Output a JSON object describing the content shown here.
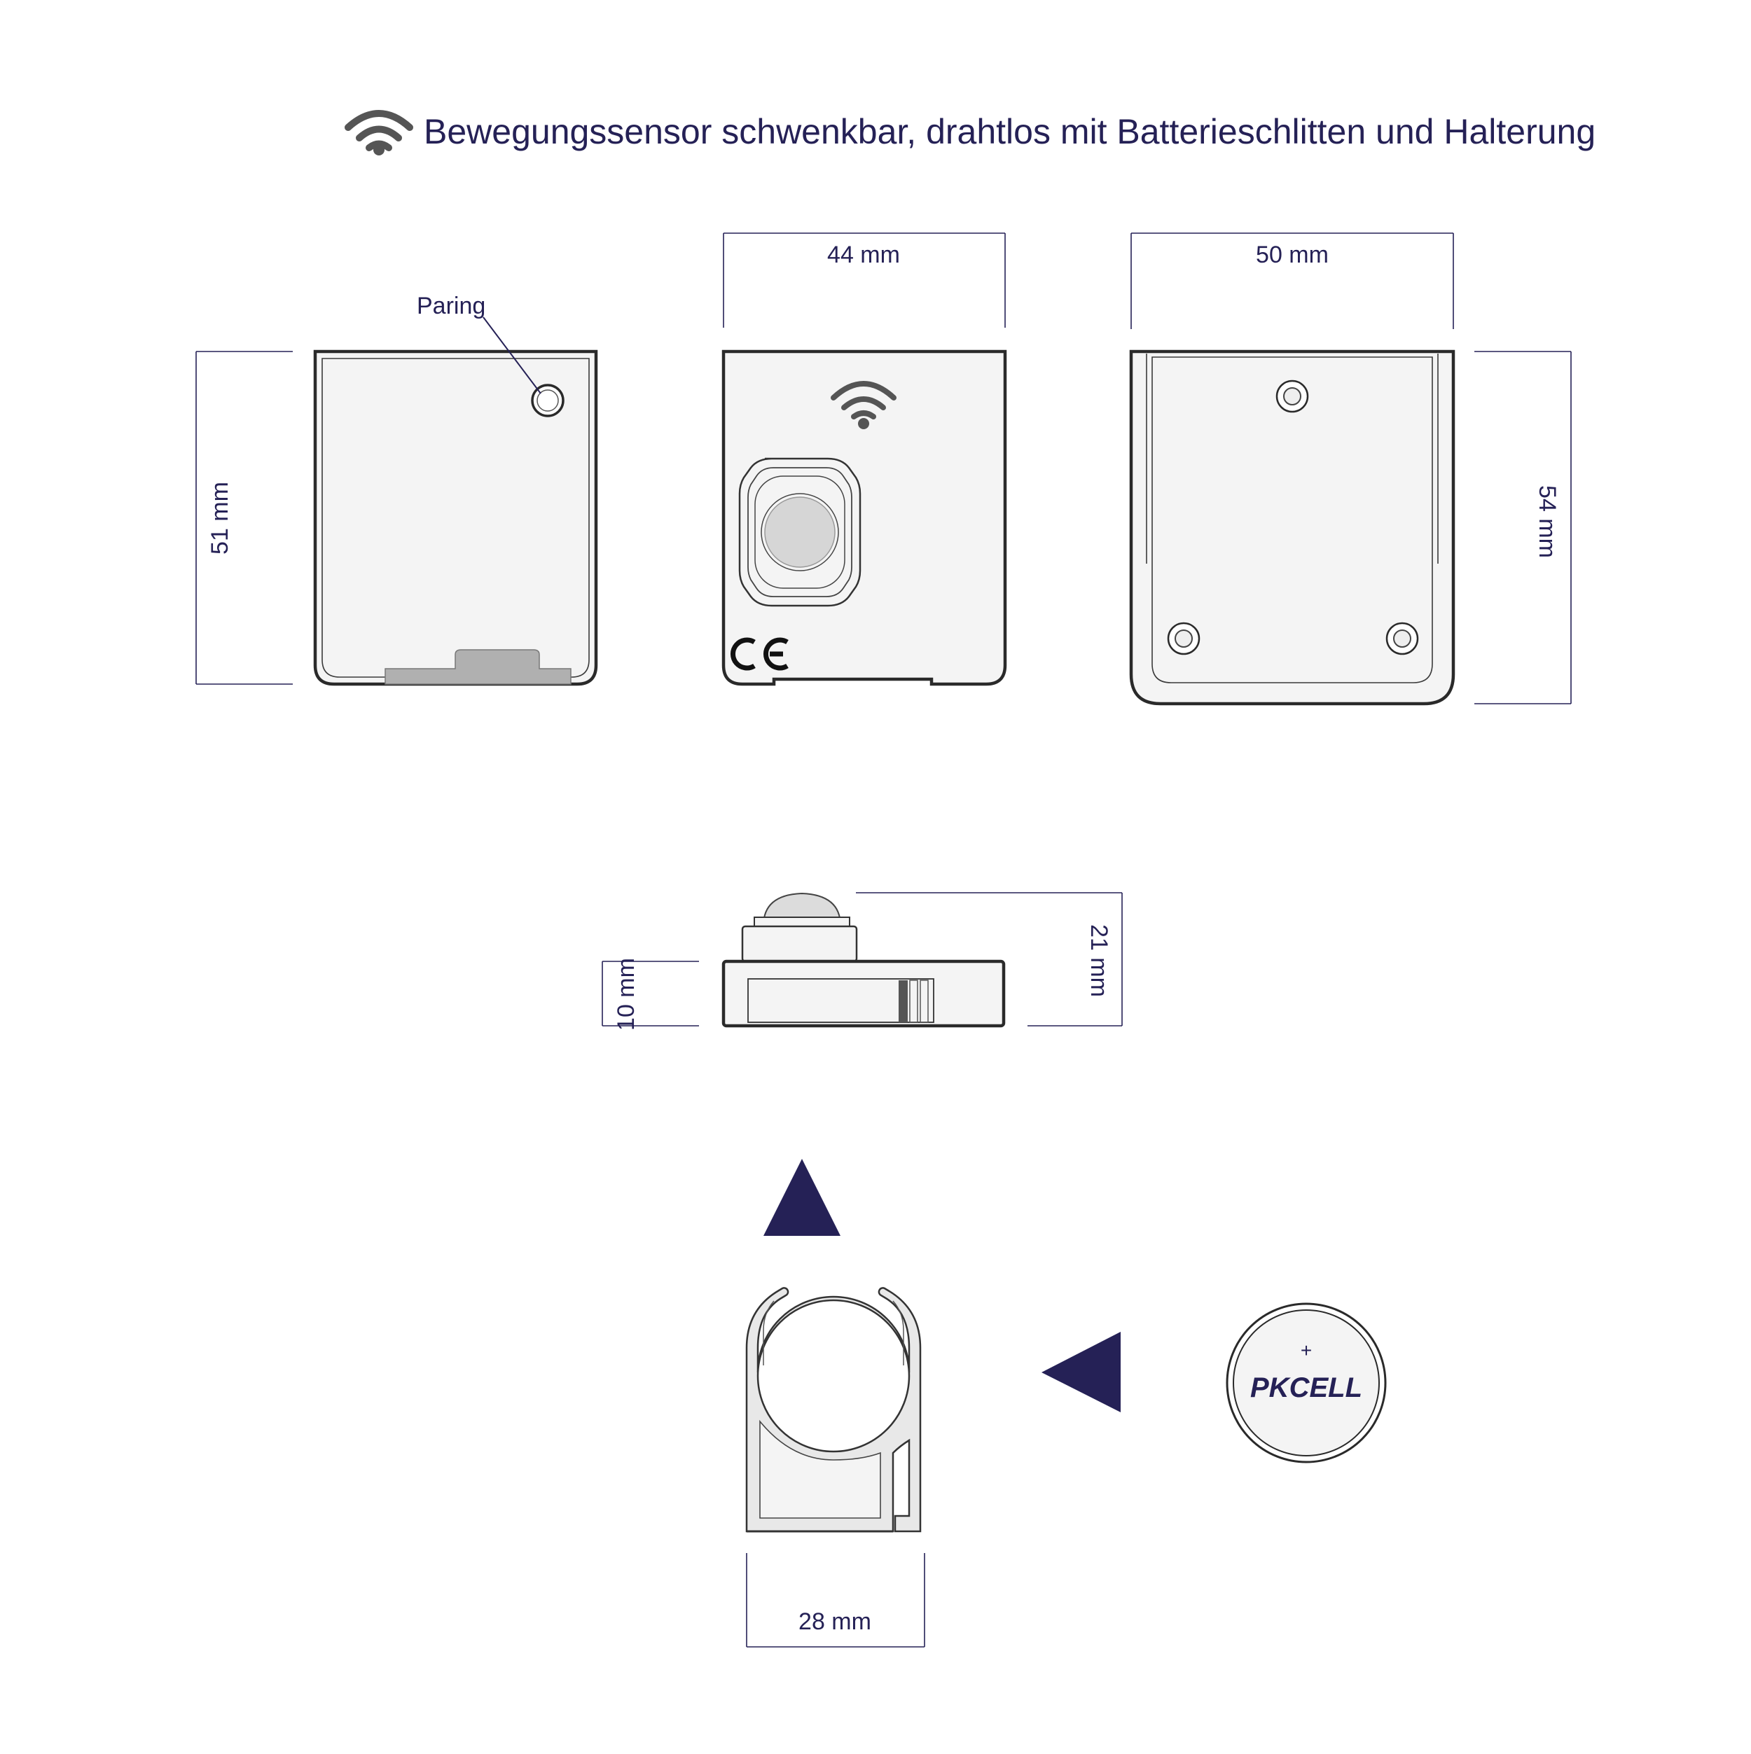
{
  "title": "Bewegungssensor schwenkbar, drahtlos mit Batterieschlitten und Halterung",
  "labels": {
    "pairing": "Paring",
    "ce_mark": "CE",
    "battery_plus": "+",
    "battery_brand": "PKCELL"
  },
  "dimensions": {
    "front_height": "51 mm",
    "sensor_width": "44 mm",
    "holder_width": "50 mm",
    "holder_height": "54 mm",
    "total_depth": "21 mm",
    "body_depth": "10 mm",
    "clip_width": "28 mm"
  },
  "icons": {
    "title_icon": "wifi-icon",
    "sensor_icon": "wifi-icon",
    "arrow_up": "triangle-up-icon",
    "arrow_left": "triangle-left-icon"
  },
  "colors": {
    "accent": "#252156",
    "icon_gray": "#555555",
    "body_fill": "#f4f4f4",
    "slide_gray": "#b0b0b0"
  }
}
